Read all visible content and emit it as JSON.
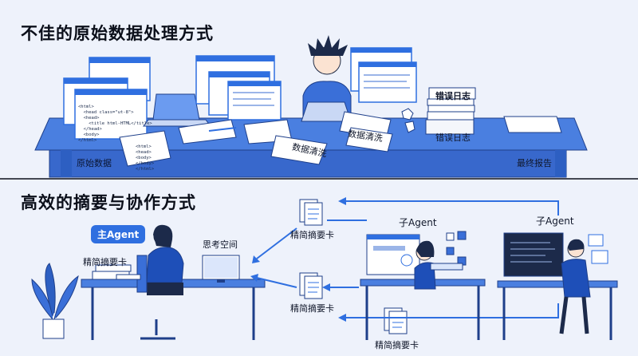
{
  "top_section": {
    "title": "不佳的原始数据处理方式",
    "code_doc_lines": [
      "<html>",
      "  <head class=\"ut-8\">",
      "  <head>",
      "    <title html-HTML</title>",
      "  </head>",
      "  <body>",
      "</html>"
    ],
    "small_note_lines": [
      "<html>",
      "<head>",
      "<body>",
      "</body>",
      "</html>"
    ],
    "labels": {
      "raw_data": "原始数据",
      "data_cleaning": "数据清洗",
      "error_log_stack": "错误日志",
      "error_log": "错误日志",
      "final_report": "最终报告"
    }
  },
  "bottom_section": {
    "title": "高效的摘要与协作方式",
    "labels": {
      "main_agent": "主Agent",
      "thinking_space": "思考空间",
      "summary_card_main": "精简摘要卡",
      "summary_card_top": "精简摘要卡",
      "summary_card_mid": "精简摘要卡",
      "summary_card_bottom": "精简摘要卡",
      "sub_agent_left": "子Agent",
      "sub_agent_right": "子Agent"
    }
  },
  "colors": {
    "accent": "#2f6fe0",
    "desk": "#4a7fe0",
    "desk_dark": "#2d5fc2",
    "background": "#eef2fb"
  }
}
